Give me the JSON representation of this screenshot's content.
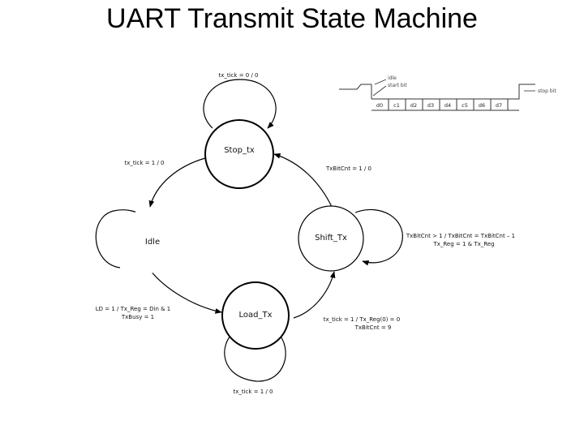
{
  "title": "UART Transmit State Machine",
  "states": {
    "stop_tx": "Stop_tx",
    "idle": "Idle",
    "shift_tx": "Shift_Tx",
    "load_tx": "Load_Tx"
  },
  "transitions": {
    "stop_self": "tx_tick = 0 / 0",
    "stop_to_idle": "tx_tick = 1 / 0",
    "shift_to_stop": "TxBitCnt = 1 / 0",
    "shift_self_line1": "TxBitCnt > 1 / TxBitCnt = TxBitCnt – 1",
    "shift_self_line2": "Tx_Reg = 1 & Tx_Reg",
    "idle_to_load_line1": "LD = 1 / Tx_Reg = Din & 1",
    "idle_to_load_line2": "TxBusy = 1",
    "load_to_shift_line1": "tx_tick = 1 / Tx_Reg(0) = 0",
    "load_to_shift_line2": "TxBitCnt = 9",
    "load_self": "tx_tick = 1 / 0"
  },
  "waveform": {
    "idle_label": "idle",
    "start_label": "start bit",
    "stop_label": "stop bit",
    "bits": [
      "d0",
      "c1",
      "d2",
      "d3",
      "d4",
      "c5",
      "d6",
      "d7"
    ]
  },
  "colors": {
    "line": "#000000",
    "state_border": "#000000",
    "waveform_line": "#333333"
  }
}
